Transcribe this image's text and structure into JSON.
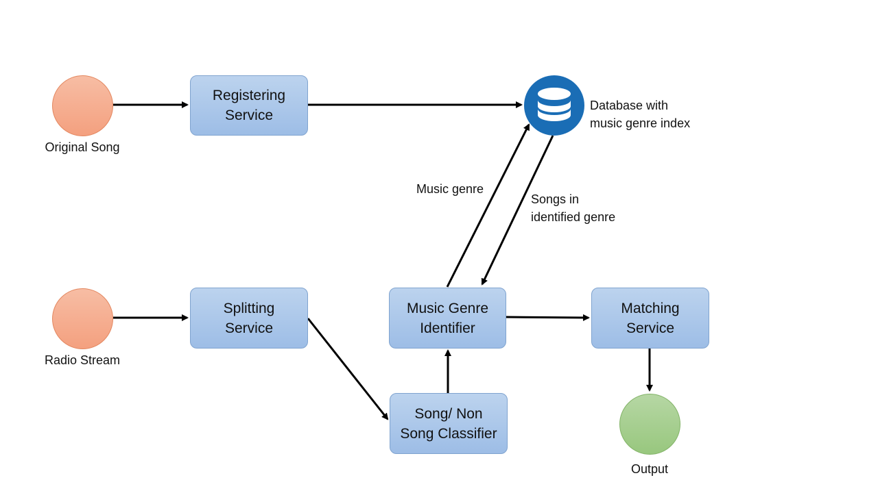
{
  "nodes": {
    "registering": "Registering\nService",
    "splitting": "Splitting\nService",
    "genre_identifier": "Music Genre\nIdentifier",
    "matching": "Matching\nService",
    "classifier": "Song/ Non\nSong Classifier"
  },
  "endpoints": {
    "original_song": "Original Song",
    "radio_stream": "Radio Stream",
    "output": "Output"
  },
  "database": {
    "label": "Database with\nmusic genre index",
    "icon": "database-icon",
    "color": "#1a6db5"
  },
  "edge_labels": {
    "music_genre": "Music genre",
    "songs_in_genre": "Songs in\nidentified genre"
  },
  "colors": {
    "node_fill": "#9dbde6",
    "node_border": "#7fa3cf",
    "input_circle": "#f4a07f",
    "output_circle": "#98c77e",
    "arrow": "#000000"
  }
}
